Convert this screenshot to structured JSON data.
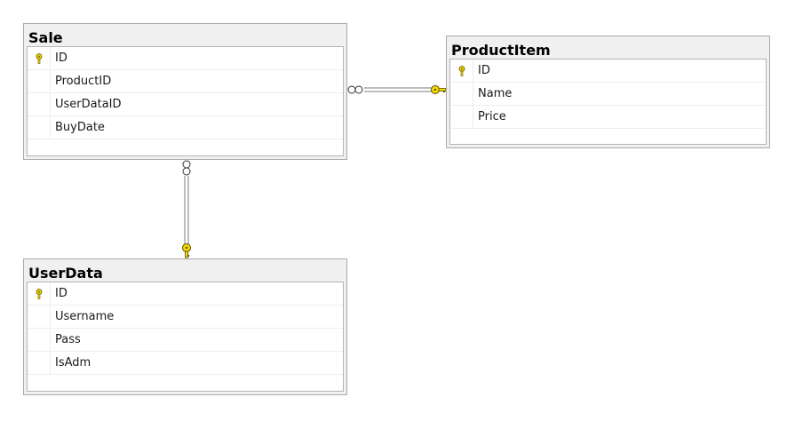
{
  "tables": {
    "sale": {
      "title": "Sale",
      "columns": [
        "ID",
        "ProductID",
        "UserDataID",
        "BuyDate"
      ],
      "primary_key": "ID"
    },
    "productitem": {
      "title": "ProductItem",
      "columns": [
        "ID",
        "Name",
        "Price"
      ],
      "primary_key": "ID"
    },
    "userdata": {
      "title": "UserData",
      "columns": [
        "ID",
        "Username",
        "Pass",
        "IsAdm"
      ],
      "primary_key": "ID"
    }
  },
  "relationships": [
    {
      "from": "Sale",
      "to": "ProductItem",
      "from_end": "many",
      "to_end": "one"
    },
    {
      "from": "Sale",
      "to": "UserData",
      "from_end": "many",
      "to_end": "one"
    }
  ],
  "colors": {
    "key": "#e8d400",
    "header_bg": "#f0f0f0",
    "border": "#a9a9a9"
  }
}
